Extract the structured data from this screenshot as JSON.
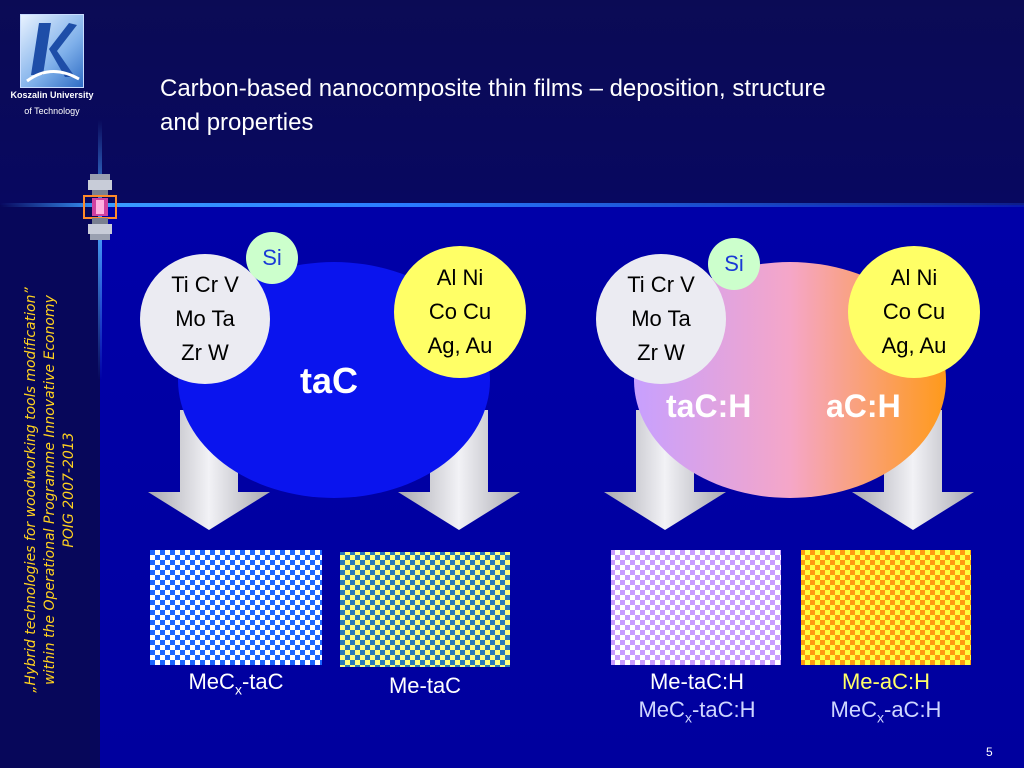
{
  "header": {
    "logo_line1": "Koszalin University",
    "logo_line2": "of Technology",
    "title_line1": "Carbon-based nanocomposite thin films – deposition, structure",
    "title_line2": "and properties"
  },
  "sidebar": {
    "line1": "„Hybrid technologies for woodworking tools modification”",
    "line2": "within the Operational Programme Innovative Economy",
    "line3": "POIG 2007-2013"
  },
  "left_diagram": {
    "core": "taC",
    "si": "Si",
    "metals_white": [
      "Ti Cr V",
      "Mo Ta",
      "Zr W"
    ],
    "metals_yellow": [
      "Al Ni",
      "Co Cu",
      "Ag, Au"
    ],
    "output1": {
      "pre": "MeC",
      "sub": "x",
      "post": "-taC"
    },
    "output2": "Me-taC"
  },
  "right_diagram": {
    "core_left": "taC:H",
    "core_right": "aC:H",
    "si": "Si",
    "metals_white": [
      "Ti Cr V",
      "Mo Ta",
      "Zr W"
    ],
    "metals_yellow": [
      "Al Ni",
      "Co Cu",
      "Ag, Au"
    ],
    "output1_line1": "Me-taC:H",
    "output1_line2": {
      "pre": "MeC",
      "sub": "x",
      "post": "-taC:H"
    },
    "output2_line1": "Me-aC:H",
    "output2_line2": {
      "pre": "MeC",
      "sub": "x",
      "post": "-aC:H"
    }
  },
  "colors": {
    "background": "#0000a8",
    "left_core": "#0a14ee",
    "right_core_start": "#c7a0ff",
    "right_core_end": "#ff9a1a",
    "sidebar_text": "#ffd21f",
    "output_highlight": "#ffff66",
    "output_secondary": "#cfd6ff"
  },
  "footer": {
    "page_number": "5"
  }
}
